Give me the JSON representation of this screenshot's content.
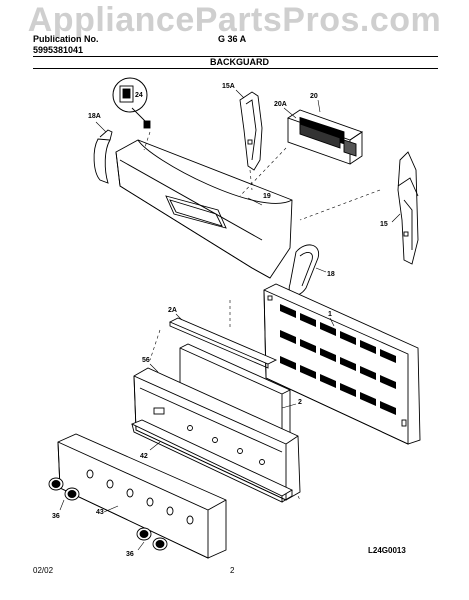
{
  "watermark": "AppliancePartsPros.com",
  "header": {
    "publication_label": "Publication No.",
    "publication_number": "5995381041",
    "model_partial": "G  36 A",
    "section_title": "BACKGUARD"
  },
  "callouts": {
    "c24": "24",
    "c18A": "18A",
    "c15A": "15A",
    "c20A": "20A",
    "c20": "20",
    "c19": "19",
    "c18": "18",
    "c15": "15",
    "c1": "1",
    "c2A": "2A",
    "c56": "56",
    "c2": "2",
    "c42": "42",
    "c43": "43",
    "c36a": "36",
    "c36b": "36"
  },
  "footer": {
    "date": "02/02",
    "page": "2",
    "drawing_code": "L24G0013"
  }
}
